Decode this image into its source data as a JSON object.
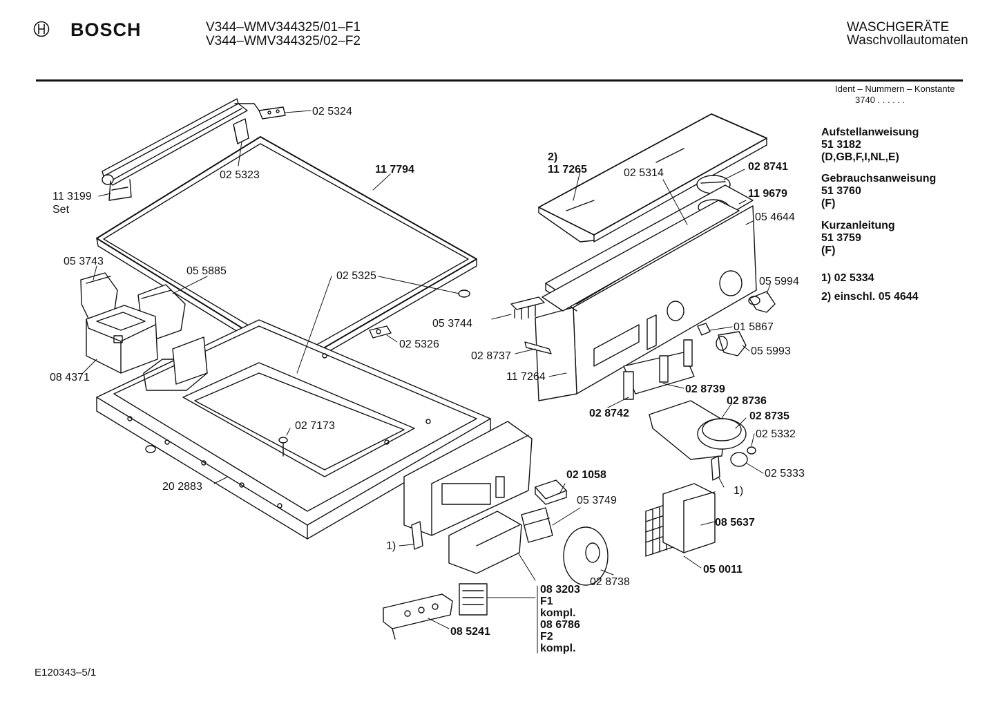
{
  "header": {
    "brand": "BOSCH",
    "model_line_1": "V344–WMV344325/01–F1",
    "model_line_2": "V344–WMV344325/02–F2",
    "category": "WASCHGERÄTE",
    "subcategory": "Waschvollautomaten"
  },
  "ident": {
    "label": "Ident – Nummern – Konstante",
    "value": "3740 . . . . . ."
  },
  "side_notes": [
    {
      "title": "Aufstellanweisung",
      "number": "51 3182",
      "detail": "(D,GB,F,I,NL,E)"
    },
    {
      "title": "Gebrauchsanweisung",
      "number": "51 3760",
      "detail": "(F)"
    },
    {
      "title": "Kurzanleitung",
      "number": "51 3759",
      "detail": "(F)"
    }
  ],
  "footnotes": [
    "1)  02 5334",
    "2)  einschl. 05 4644"
  ],
  "parts": {
    "p025324": "02 5324",
    "p025323": "02 5323",
    "p113199": "11 3199",
    "set": "Set",
    "p117794": "11 7794",
    "p053743": "05 3743",
    "p055885": "05 5885",
    "p025325": "02 5325",
    "p084371": "08 4371",
    "p025326": "02 5326",
    "p027173": "02 7173",
    "p202883": "20 2883",
    "p117265_note": "2)",
    "p117265": "11 7265",
    "p025314": "02 5314",
    "p028741": "02 8741",
    "p119679": "11 9679",
    "p054644": "05 4644",
    "p055994": "05 5994",
    "p053744": "05 3744",
    "p015867": "01 5867",
    "p028737": "02 8737",
    "p055993": "05 5993",
    "p117264": "11 7264",
    "p028739": "02 8739",
    "p028742": "02 8742",
    "p028736": "02 8736",
    "p028735": "02 8735",
    "p025332": "02 5332",
    "p025333": "02 5333",
    "note1_right": "1)",
    "p021058": "02 1058",
    "p053749": "05 3749",
    "p085637": "08 5637",
    "note1_left": "1)",
    "p050011": "05 0011",
    "p028738": "02 8738",
    "p083203": "08 3203",
    "f1": "F1",
    "kompl1": "kompl.",
    "p086786": "08 6786",
    "f2": "F2",
    "kompl2": "kompl.",
    "p085241": "08 5241"
  },
  "footer": "E120343–5/1"
}
